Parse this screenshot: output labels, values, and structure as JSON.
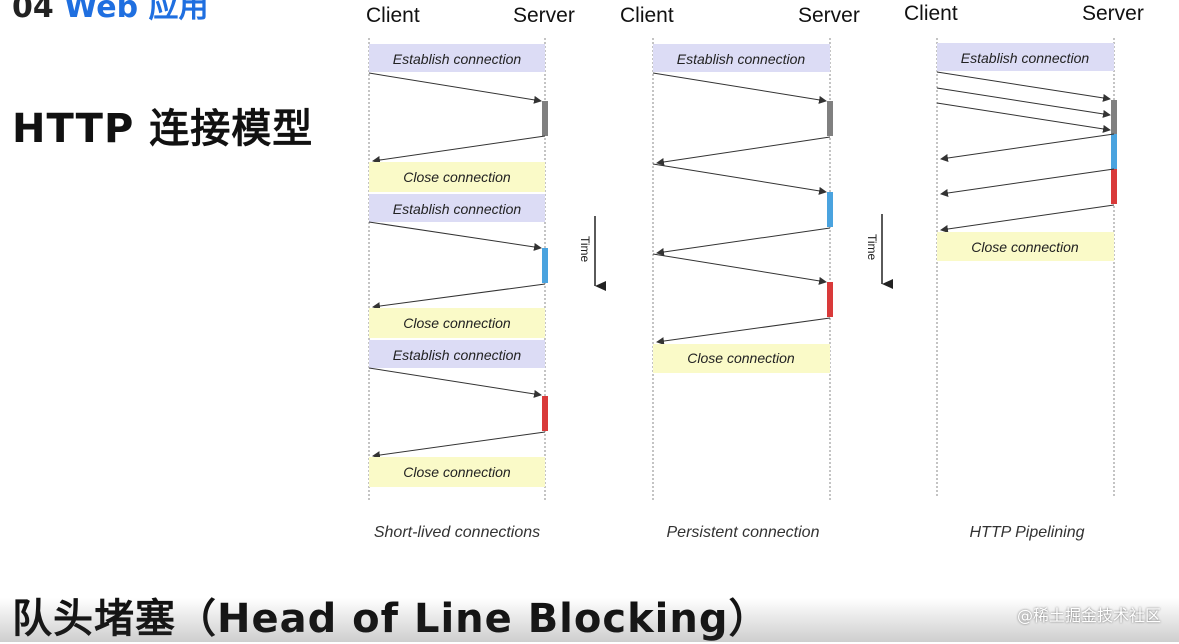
{
  "slide": {
    "section_number": "04",
    "section_label": "Web 应用",
    "title": "HTTP 连接模型",
    "subtitle": "队头堵塞（Head of Line Blocking）",
    "watermark": "@稀土掘金技术社区"
  },
  "colors": {
    "establish_bg": "#dcdcf5",
    "close_bg": "#fafac8",
    "gray_bar": "#808080",
    "blue_bar": "#4aa3df",
    "red_bar": "#d93a3a",
    "lifeline": "#888888",
    "arrow": "#333333"
  },
  "diagrams": [
    {
      "client_label": "Client",
      "server_label": "Server",
      "caption": "Short-lived connections",
      "time_label": "Time",
      "establish_labels": [
        "Establish connection",
        "Establish connection",
        "Establish connection"
      ],
      "close_labels": [
        "Close connection",
        "Close connection",
        "Close connection"
      ]
    },
    {
      "client_label": "Client",
      "server_label": "Server",
      "caption": "Persistent connection",
      "time_label": "Time",
      "establish_labels": [
        "Establish connection"
      ],
      "close_labels": [
        "Close connection"
      ]
    },
    {
      "client_label": "Client",
      "server_label": "Server",
      "caption": "HTTP Pipelining",
      "establish_labels": [
        "Establish connection"
      ],
      "close_labels": [
        "Close connection"
      ]
    }
  ]
}
